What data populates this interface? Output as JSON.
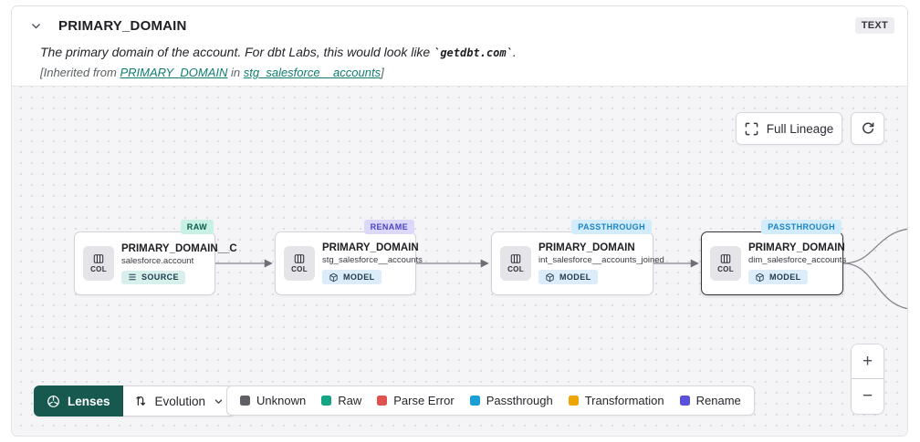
{
  "header": {
    "title": "PRIMARY_DOMAIN",
    "type_badge": "TEXT",
    "description_prefix": "The primary domain of the account. For dbt Labs, this would look like ",
    "description_code": "`getdbt.com`",
    "description_suffix": ".",
    "inherited_prefix": "[Inherited from ",
    "inherited_link_column": "PRIMARY_DOMAIN",
    "inherited_middle": " in ",
    "inherited_link_model": "stg_salesforce__accounts",
    "inherited_suffix": "]"
  },
  "toolbar": {
    "full_lineage_label": "Full Lineage"
  },
  "nodes": [
    {
      "col_label": "COL",
      "title": "PRIMARY_DOMAIN__C",
      "subtitle": "salesforce.account",
      "resource_label": "SOURCE",
      "resource_bg": "#d8f0ec",
      "status_badge": "RAW",
      "status_bg": "#c7f1e3",
      "status_color": "#0d5a4d"
    },
    {
      "col_label": "COL",
      "title": "PRIMARY_DOMAIN",
      "subtitle": "stg_salesforce__accounts",
      "resource_label": "MODEL",
      "resource_bg": "#dcedf9",
      "status_badge": "RENAME",
      "status_bg": "#dcd8fa",
      "status_color": "#4b42c8"
    },
    {
      "col_label": "COL",
      "title": "PRIMARY_DOMAIN",
      "subtitle": "int_salesforce__accounts_joined",
      "resource_label": "MODEL",
      "resource_bg": "#dcedf9",
      "status_badge": "PASSTHROUGH",
      "status_bg": "#d2ecfb",
      "status_color": "#1b82c4"
    },
    {
      "col_label": "COL",
      "title": "PRIMARY_DOMAIN",
      "subtitle": "dim_salesforce_accounts",
      "resource_label": "MODEL",
      "resource_bg": "#dcedf9",
      "status_badge": "PASSTHROUGH",
      "status_bg": "#d2ecfb",
      "status_color": "#1b82c4"
    }
  ],
  "lenses": {
    "button_label": "Lenses",
    "selected_lens": "Evolution"
  },
  "legend": {
    "items": [
      {
        "label": "Unknown",
        "color": "#5f5f66"
      },
      {
        "label": "Raw",
        "color": "#16a583"
      },
      {
        "label": "Parse Error",
        "color": "#e0524e"
      },
      {
        "label": "Passthrough",
        "color": "#189fd6"
      },
      {
        "label": "Transformation",
        "color": "#f0a400"
      },
      {
        "label": "Rename",
        "color": "#5a50d9"
      }
    ]
  },
  "zoom_controls": {
    "zoom_in": "+",
    "zoom_out": "−"
  },
  "colors": {
    "accent_green": "#17594f",
    "link_teal": "#0f7d70"
  }
}
